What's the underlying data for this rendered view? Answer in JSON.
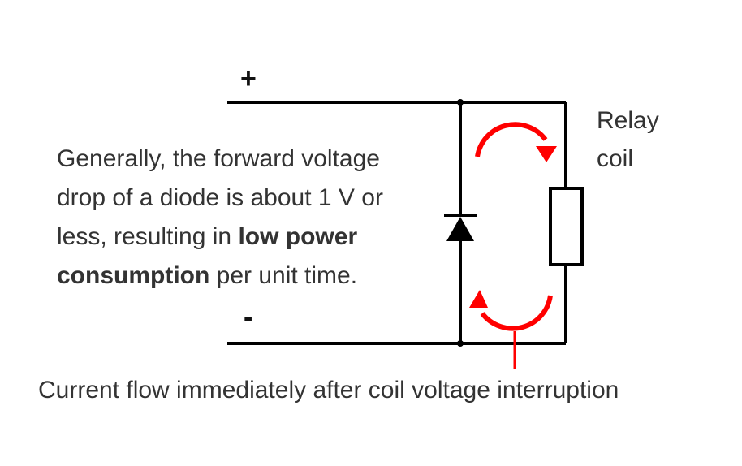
{
  "diagram": {
    "title": "Relay coil flyback diode circuit",
    "terminals": {
      "positive": "+",
      "negative": "-"
    },
    "components": {
      "diode": "diode",
      "relay_coil": "Relay coil"
    },
    "labels": {
      "relay_line1": "Relay",
      "relay_line2": "coil"
    },
    "paragraph": {
      "line1": "Generally, the forward voltage",
      "line2": "drop of a diode is about 1 V or",
      "line3_normal": "less, resulting in ",
      "line3_bold": "low power",
      "line4_bold": "consumption",
      "line4_normal": " per unit time."
    },
    "caption": "Current flow immediately after coil voltage interruption",
    "colors": {
      "wire": "#000000",
      "current_arrow": "#ff0000",
      "text": "#333333"
    }
  }
}
